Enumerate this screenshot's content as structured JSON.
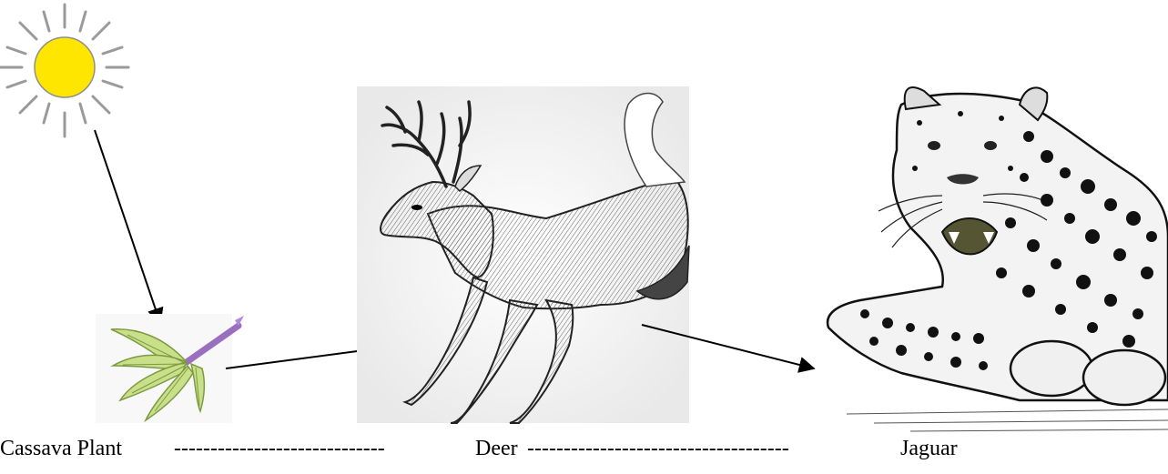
{
  "food_chain": {
    "energy_source": {
      "icon": "sun-icon",
      "color": "#FFE600"
    },
    "organisms": [
      {
        "name": "Cassava Plant",
        "icon": "cassava-leaf-icon"
      },
      {
        "name": "Deer",
        "icon": "deer-icon"
      },
      {
        "name": "Jaguar",
        "icon": "jaguar-icon"
      }
    ],
    "connectors": [
      "-----------------------------",
      "------------------------------------"
    ]
  }
}
